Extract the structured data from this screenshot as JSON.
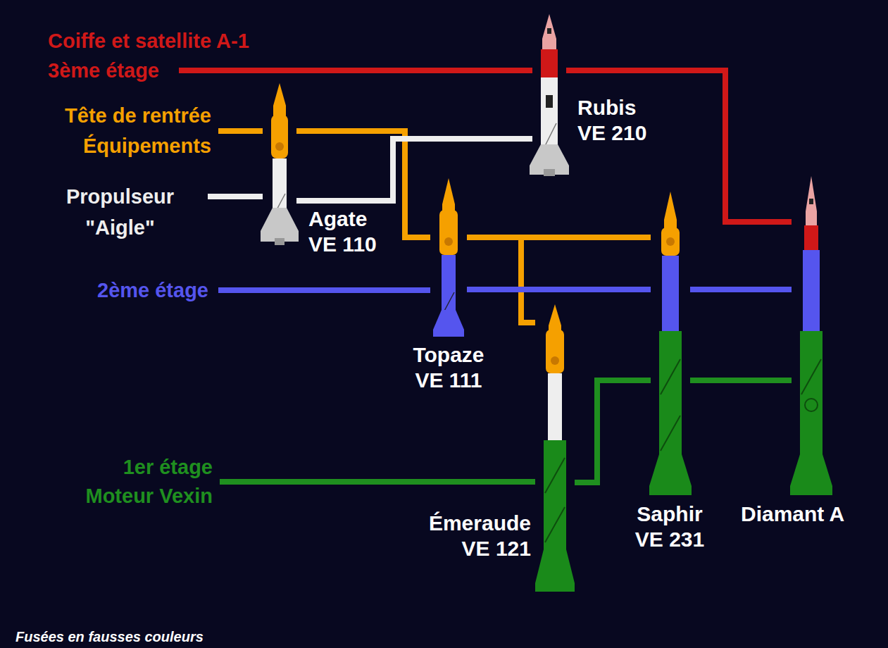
{
  "diagram": {
    "caption": "Fusées en fausses couleurs",
    "nodes": [
      {
        "text": [
          "Coiffe et satellite A-1",
          "3ème étage"
        ]
      },
      {
        "text": [
          "Tête de rentrée",
          "Équipements"
        ]
      },
      {
        "text": [
          "Agate VE 110"
        ]
      },
      {
        "text": [
          "Rubis VE 210"
        ]
      },
      {
        "text": [
          "Propulseur \"Aigle\""
        ]
      },
      {
        "text": [
          "Topaze VE 111"
        ]
      },
      {
        "text": [
          "Saphir VE 231"
        ]
      },
      {
        "text": [
          "Diamant A"
        ]
      },
      {
        "text": [
          "2ème étage"
        ]
      },
      {
        "text": [
          "1er étage",
          "Moteur Vexin"
        ]
      },
      {
        "text": [
          "Émeraude VE 121"
        ]
      }
    ],
    "edges": [
      {
        "from": 0,
        "to": 3,
        "arrow": "none"
      },
      {
        "from": 3,
        "to": 7,
        "arrow": "none"
      },
      {
        "from": 1,
        "to": 2,
        "arrow": "none"
      },
      {
        "from": 2,
        "to": 5,
        "arrow": "none"
      },
      {
        "from": 5,
        "to": 6,
        "arrow": "none"
      },
      {
        "from": 5,
        "to": 10,
        "arrow": "none"
      },
      {
        "from": 4,
        "to": 2,
        "arrow": "none"
      },
      {
        "from": 2,
        "to": 3,
        "arrow": "none"
      },
      {
        "from": 8,
        "to": 5,
        "arrow": "none"
      },
      {
        "from": 5,
        "to": 6,
        "arrow": "none"
      },
      {
        "from": 6,
        "to": 7,
        "arrow": "none"
      },
      {
        "from": 9,
        "to": 10,
        "arrow": "none"
      },
      {
        "from": 10,
        "to": 6,
        "arrow": "none"
      },
      {
        "from": 6,
        "to": 7,
        "arrow": "none"
      }
    ]
  }
}
